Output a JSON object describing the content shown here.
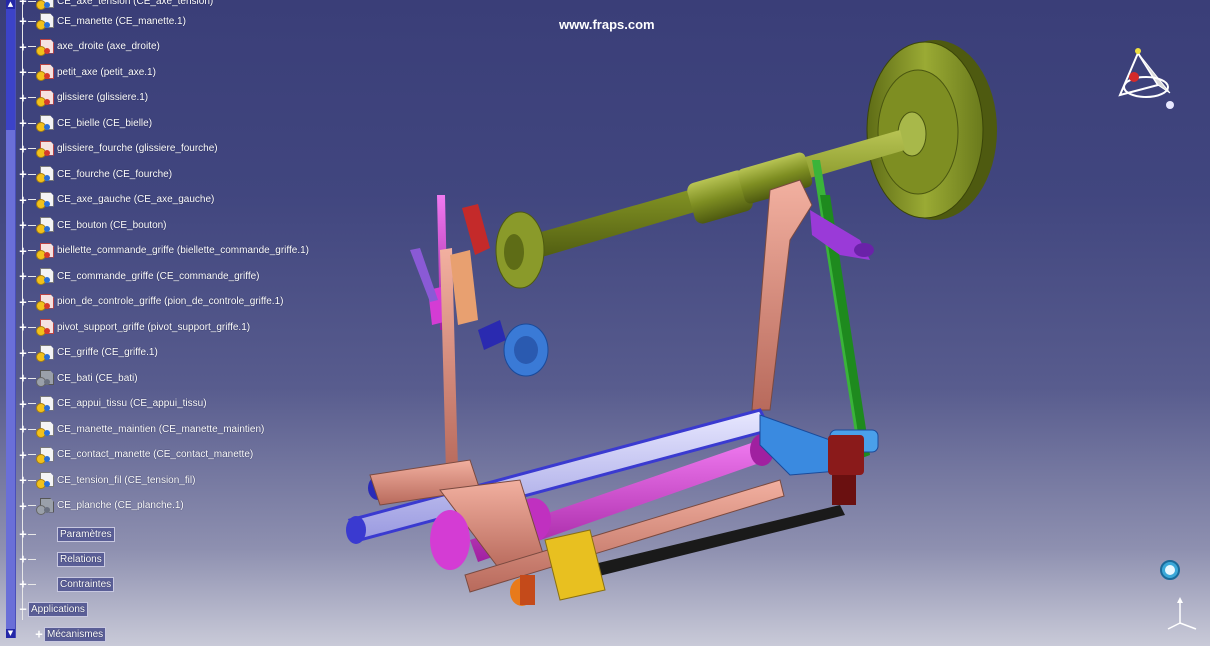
{
  "watermark": "www.fraps.com",
  "tree": {
    "top_partial": "CE_axe_tension (CE_axe_tension)",
    "items": [
      {
        "label": "CE_manette (CE_manette.1)",
        "icon": "part-icon"
      },
      {
        "label": "axe_droite (axe_droite)",
        "icon": "part-red-icon"
      },
      {
        "label": "petit_axe (petit_axe.1)",
        "icon": "part-red-icon"
      },
      {
        "label": "glissiere (glissiere.1)",
        "icon": "part-red-icon"
      },
      {
        "label": "CE_bielle (CE_bielle)",
        "icon": "part-icon"
      },
      {
        "label": "glissiere_fourche (glissiere_fourche)",
        "icon": "part-red-icon"
      },
      {
        "label": "CE_fourche (CE_fourche)",
        "icon": "part-icon"
      },
      {
        "label": "CE_axe_gauche (CE_axe_gauche)",
        "icon": "part-icon"
      },
      {
        "label": "CE_bouton (CE_bouton)",
        "icon": "part-icon"
      },
      {
        "label": "biellette_commande_griffe (biellette_commande_griffe.1)",
        "icon": "part-red-icon"
      },
      {
        "label": "CE_commande_griffe (CE_commande_griffe)",
        "icon": "part-icon"
      },
      {
        "label": "pion_de_controle_griffe (pion_de_controle_griffe.1)",
        "icon": "part-red-icon"
      },
      {
        "label": "pivot_support_griffe (pivot_support_griffe.1)",
        "icon": "part-red-icon"
      },
      {
        "label": "CE_griffe (CE_griffe.1)",
        "icon": "part-icon"
      },
      {
        "label": "CE_bati (CE_bati)",
        "icon": "part-gray-icon"
      },
      {
        "label": "CE_appui_tissu (CE_appui_tissu)",
        "icon": "part-icon"
      },
      {
        "label": "CE_manette_maintien (CE_manette_maintien)",
        "icon": "part-icon"
      },
      {
        "label": "CE_contact_manette (CE_contact_manette)",
        "icon": "part-icon"
      },
      {
        "label": "CE_tension_fil (CE_tension_fil)",
        "icon": "part-icon"
      },
      {
        "label": "CE_planche (CE_planche.1)",
        "icon": "part-gray-icon"
      }
    ],
    "params_label": "Paramètres",
    "relations_label": "Relations",
    "contraintes_label": "Contraintes",
    "applications_label": "Applications",
    "mecanismes_label": "Mécanismes"
  },
  "colors": {
    "background_top": "#3a3e78",
    "background_bottom": "#c9cad8",
    "shaft_olive": "#8a9a2a",
    "magenta": "#d43cd4",
    "pink_part": "#e08a8a",
    "blue_part": "#3a3ad0"
  }
}
